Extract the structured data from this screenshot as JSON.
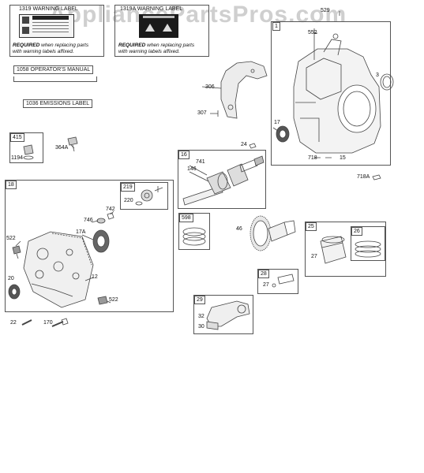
{
  "watermark": "AppliancePartsPros.com",
  "warning_labels": [
    {
      "title": "1319 WARNING LABEL",
      "required": "REQUIRED",
      "note_line1": "when replacing parts",
      "note_line2": "with warning labels affixed."
    },
    {
      "title": "1319A WARNING LABEL",
      "required": "REQUIRED",
      "note_line1": "when replacing parts",
      "note_line2": "with warning labels affixed."
    }
  ],
  "manuals": {
    "operators_manual": "1058 OPERATOR'S MANUAL",
    "emissions_label": "1036 EMISSIONS LABEL"
  },
  "groups": {
    "g1": "1",
    "g16": "16",
    "g18": "18",
    "g219": "219",
    "g415": "415",
    "g598": "598",
    "g25": "25",
    "g26": "26",
    "g28": "28",
    "g29": "29"
  },
  "parts": {
    "p529": "529",
    "p552": "552",
    "p3": "3",
    "p17a": "17",
    "p718": "718",
    "p15": "15",
    "p718a": "718A",
    "p306": "306",
    "p307": "307",
    "p24": "24",
    "p741": "741",
    "p146": "146",
    "p1194": "1194",
    "p364a": "364A",
    "p220": "220",
    "p742": "742",
    "p746": "746",
    "p17A": "17A",
    "p522a": "522",
    "p20": "20",
    "p12": "12",
    "p522b": "522",
    "p22": "22",
    "p170": "170",
    "p46": "46",
    "p27a": "27",
    "p27b": "27",
    "p32": "32",
    "p30": "30"
  }
}
